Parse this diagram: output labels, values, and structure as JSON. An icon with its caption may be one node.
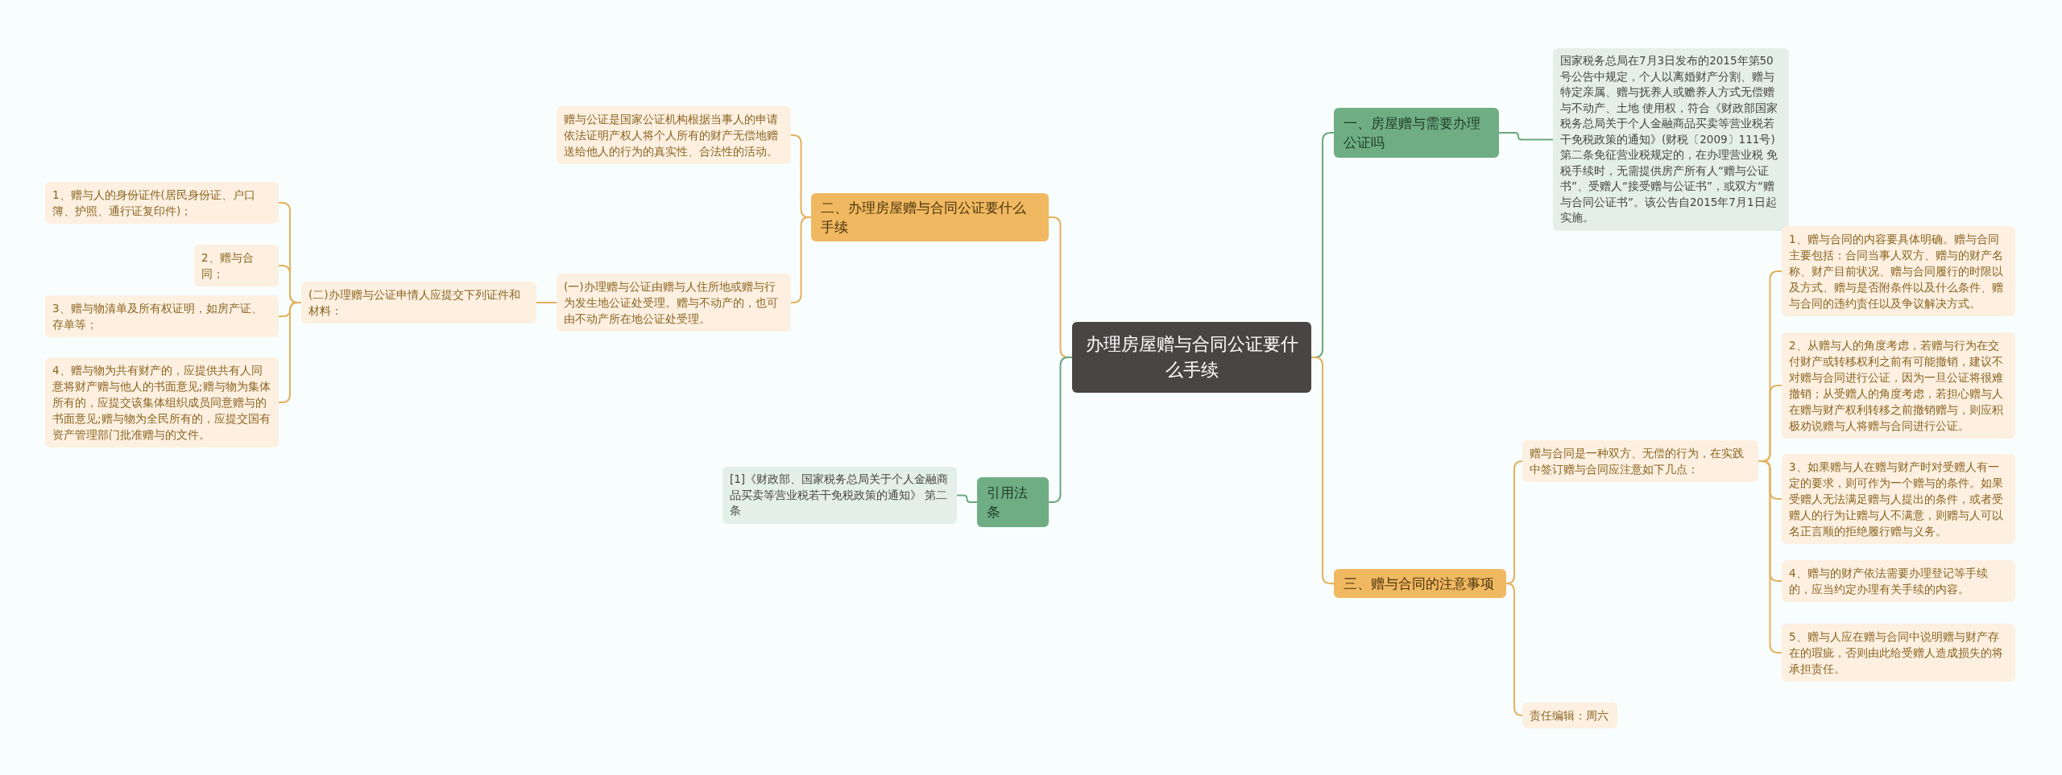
{
  "diagram": {
    "nodes": [
      {
        "text": [
          "办理房屋赠与合同公证要什么手续"
        ]
      },
      {
        "text": [
          "一、房屋赠与需要办理公证吗"
        ]
      },
      {
        "text": [
          "国家税务总局在7月3日发布的2015年第50号公告中规定，个人以离婚财产分割、赠与特定亲属、赠与抚养人或赡养人方式无偿赠与不动产、土地 使用权，符合《财政部国家税务总局关于个人金融商品买卖等营业税若干免税政策的通知》(财税〔2009〕111号)第二条免征营业税规定的，在办理营业税 免税手续时，无需提供房产所有人“赠与公证书”、受赠人“接受赠与公证书”，或双方“赠与合同公证书”。该公告自2015年7月1日起实施。"
        ]
      },
      {
        "text": [
          "二、办理房屋赠与合同公证要什么手续"
        ]
      },
      {
        "text": [
          "赠与公证是国家公证机构根据当事人的申请依法证明产权人将个人所有的财产无偿地赠送给他人的行为的真实性、合法性的活动。"
        ]
      },
      {
        "text": [
          "(一)办理赠与公证由赠与人住所地或赠与行为发生地公证处受理。赠与不动产的，也可由不动产所在地公证处受理。"
        ]
      },
      {
        "text": [
          "(二)办理赠与公证申情人应提交下列证件和材料："
        ]
      },
      {
        "text": [
          "1、赠与人的身份证件(居民身份证、户口簿、护照、通行证复印件)；"
        ]
      },
      {
        "text": [
          "2、赠与合同；"
        ]
      },
      {
        "text": [
          "3、赠与物清单及所有权证明，如房产证、存单等；"
        ]
      },
      {
        "text": [
          "4、赠与物为共有财产的，应提供共有人同意将财产赠与他人的书面意见;赠与物为集体所有的，应提交该集体组织成员同意赠与的书面意见;赠与物为全民所有的，应提交国有资产管理部门批准赠与的文件。"
        ]
      },
      {
        "text": [
          "引用法条"
        ]
      },
      {
        "text": [
          "[1]《财政部、国家税务总局关于个人金融商品买卖等营业税若干免税政策的通知》 第二条"
        ]
      },
      {
        "text": [
          "三、赠与合同的注意事项"
        ]
      },
      {
        "text": [
          "赠与合同是一种双方、无偿的行为，在实践中签订赠与合同应注意如下几点："
        ]
      },
      {
        "text": [
          "1、赠与合同的内容要具体明确。赠与合同主要包括：合同当事人双方、赠与的财产名称、财产目前状况、赠与合同履行的时限以及方式、赠与是否附条件以及什么条件、赠与合同的违约责任以及争议解决方式。"
        ]
      },
      {
        "text": [
          "2、从赠与人的角度考虑，若赠与行为在交付财产或转移权利之前有可能撤销，建议不对赠与合同进行公证，因为一旦公证将很难撤销；从受赠人的角度考虑，若担心赠与人在赠与财产权利转移之前撤销赠与，则应积极劝说赠与人将赠与合同进行公证。"
        ]
      },
      {
        "text": [
          "3、如果赠与人在赠与财产时对受赠人有一定的要求，则可作为一个赠与的条件。如果受赠人无法满足赠与人提出的条件，或者受赠人的行为让赠与人不满意，则赠与人可以名正言顺的拒绝履行赠与义务。"
        ]
      },
      {
        "text": [
          "4、赠与的财产依法需要办理登记等手续的，应当约定办理有关手续的内容。"
        ]
      },
      {
        "text": [
          "5、赠与人应在赠与合同中说明赠与财产存在的瑕疵，否则由此给受赠人造成损失的将承担责任。"
        ]
      },
      {
        "text": [
          "责任编辑：周六"
        ]
      }
    ],
    "edges": [
      {
        "from": 0,
        "to": 1,
        "arrow": "none",
        "color": "#6aa97f"
      },
      {
        "from": 1,
        "to": 2,
        "arrow": "none",
        "color": "#6aa97f"
      },
      {
        "from": 0,
        "to": 3,
        "arrow": "none"
      },
      {
        "from": 3,
        "to": 4,
        "arrow": "none"
      },
      {
        "from": 3,
        "to": 5,
        "arrow": "none"
      },
      {
        "from": 5,
        "to": 6,
        "arrow": "none"
      },
      {
        "from": 6,
        "to": 7,
        "arrow": "none"
      },
      {
        "from": 6,
        "to": 8,
        "arrow": "none"
      },
      {
        "from": 6,
        "to": 9,
        "arrow": "none"
      },
      {
        "from": 6,
        "to": 10,
        "arrow": "none"
      },
      {
        "from": 0,
        "to": 11,
        "arrow": "none",
        "color": "#6aa97f"
      },
      {
        "from": 11,
        "to": 12,
        "arrow": "none",
        "color": "#6aa97f"
      },
      {
        "from": 0,
        "to": 13,
        "arrow": "none"
      },
      {
        "from": 13,
        "to": 14,
        "arrow": "none"
      },
      {
        "from": 14,
        "to": 15,
        "arrow": "none"
      },
      {
        "from": 14,
        "to": 16,
        "arrow": "none"
      },
      {
        "from": 14,
        "to": 17,
        "arrow": "none"
      },
      {
        "from": 14,
        "to": 18,
        "arrow": "none"
      },
      {
        "from": 14,
        "to": 19,
        "arrow": "none"
      },
      {
        "from": 13,
        "to": 20,
        "arrow": "none"
      }
    ]
  }
}
